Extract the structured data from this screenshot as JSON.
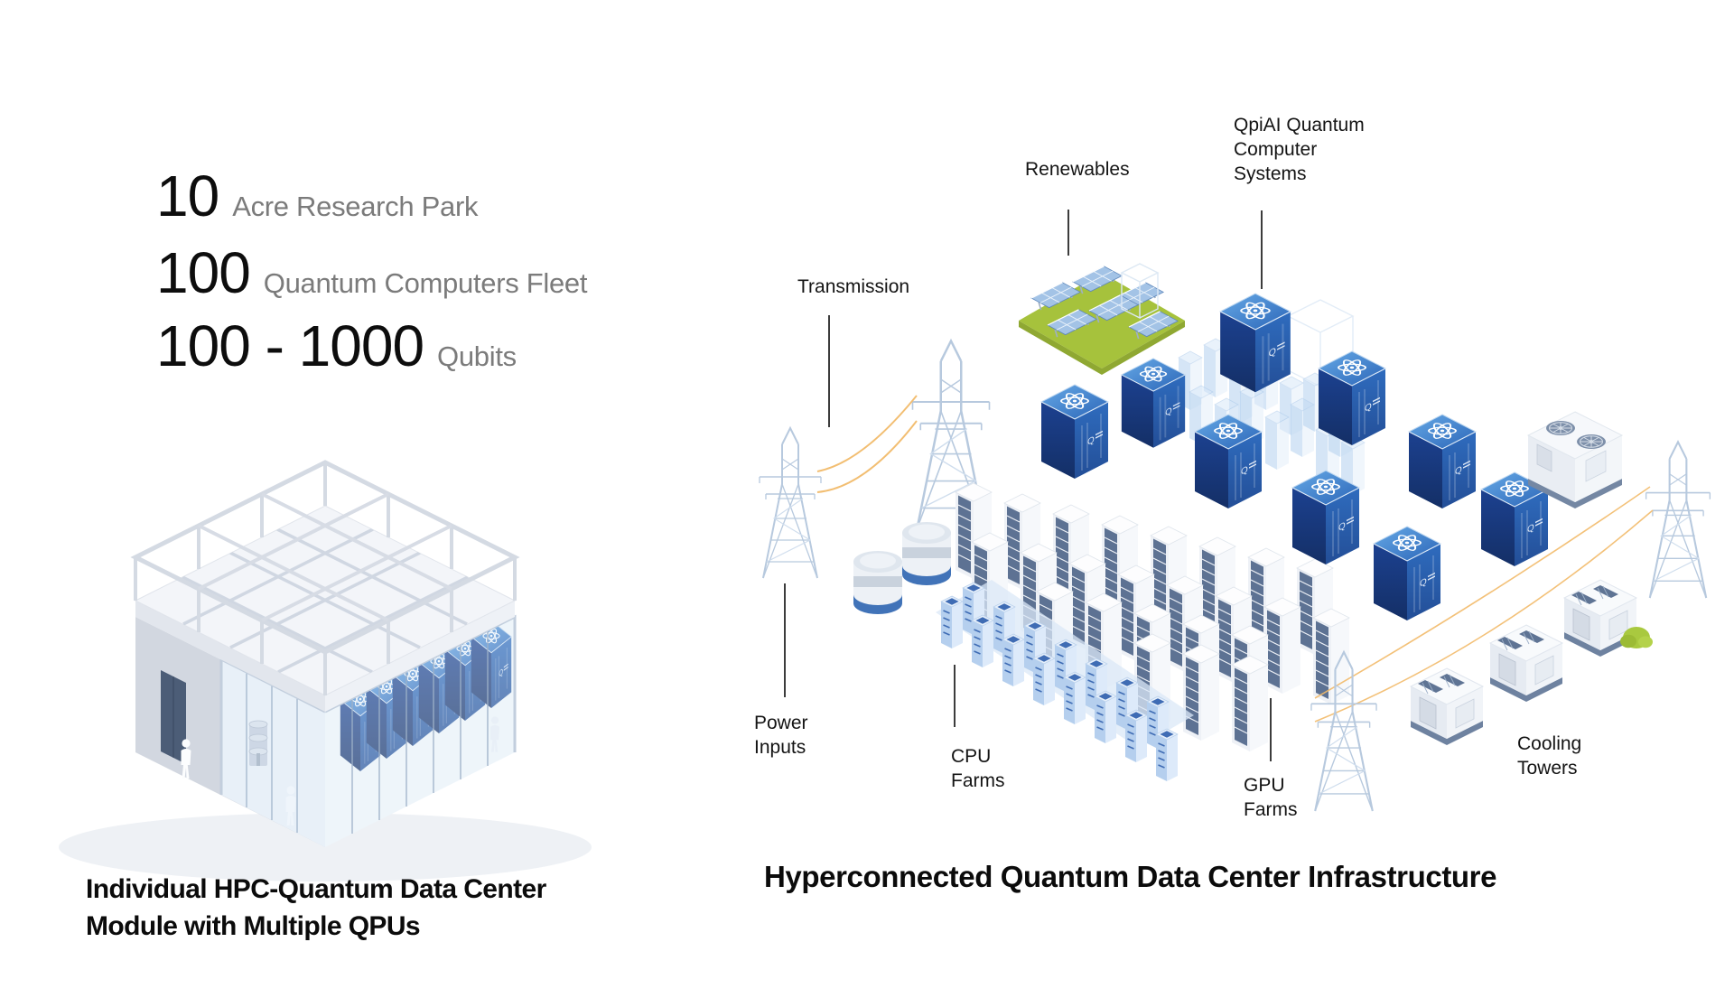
{
  "stats": {
    "items": [
      {
        "value": "10",
        "label": "Acre Research Park"
      },
      {
        "value": "100",
        "label": "Quantum Computers Fleet"
      },
      {
        "value": "100 - 1000",
        "label": "Qubits"
      }
    ]
  },
  "left_panel": {
    "caption_line1": "Individual HPC-Quantum Data Center",
    "caption_line2": "Module with Multiple QPUs"
  },
  "right_panel": {
    "title": "Hyperconnected Quantum Data Center Infrastructure",
    "labels": {
      "renewables": "Renewables",
      "transmission": "Transmission",
      "qpiai": {
        "line1": "QpiAI Quantum",
        "line2": "Computer",
        "line3": "Systems"
      },
      "power": {
        "line1": "Power",
        "line2": "Inputs"
      },
      "cpu": {
        "line1": "CPU",
        "line2": "Farms"
      },
      "gpu": {
        "line1": "GPU",
        "line2": "Farms"
      },
      "cooling": {
        "line1": "Cooling",
        "line2": "Towers"
      }
    }
  },
  "icons": {
    "qpu_logo": "atom-icon",
    "cooling_fan": "fan-icon"
  },
  "colors": {
    "qpu_blue_dark": "#1b3f8a",
    "qpu_blue": "#2a63b4",
    "qpu_blue_top": "#4a8fd4",
    "wire_orange": "#f2bb6b",
    "solar_green": "#a6c23c",
    "rack_slat": "#5d7293",
    "stat_label_gray": "#7b7b7b",
    "label_text": "#141414"
  }
}
